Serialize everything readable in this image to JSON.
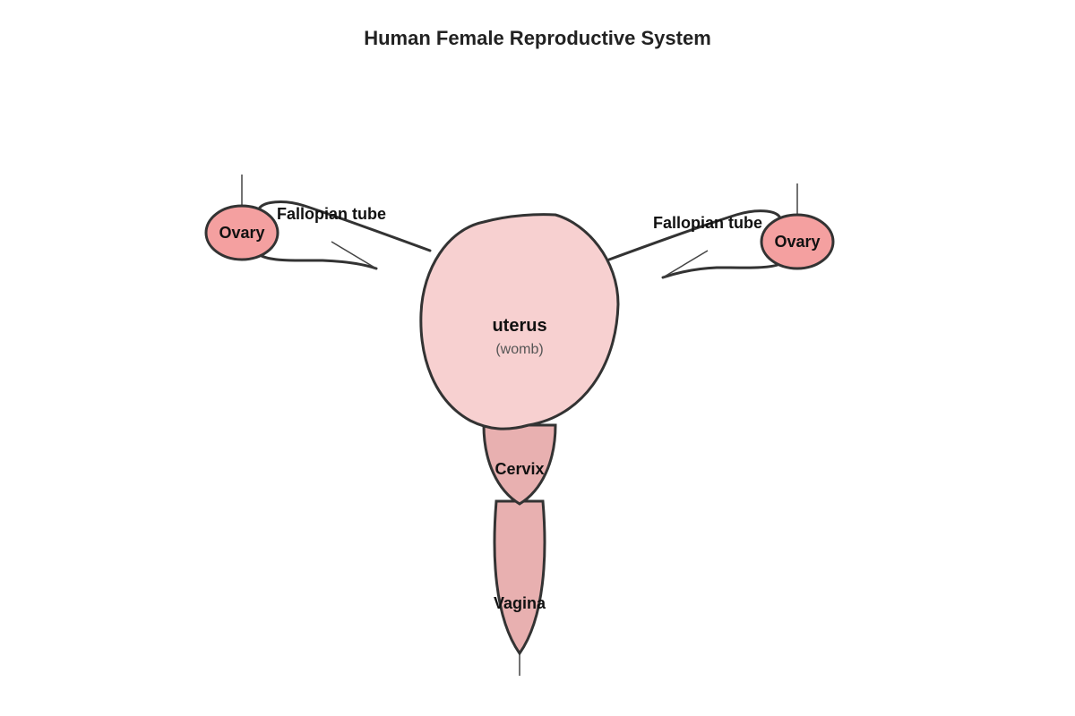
{
  "title": "Human Female Reproductive System",
  "labels": {
    "ovary_left": "Ovary",
    "ovary_right": "Ovary",
    "fallopian_left": "Fallopian tube",
    "fallopian_right": "Fallopian tube",
    "uterus": "uterus",
    "uterus_sub": "(womb)",
    "cervix": "Cervix",
    "vagina": "Vagina"
  },
  "colors": {
    "ovary": "#f4a0a0",
    "uterus": "#f7d0d0",
    "cervix": "#e8b0b0",
    "vagina": "#e8b0b0",
    "outline": "#333333"
  }
}
